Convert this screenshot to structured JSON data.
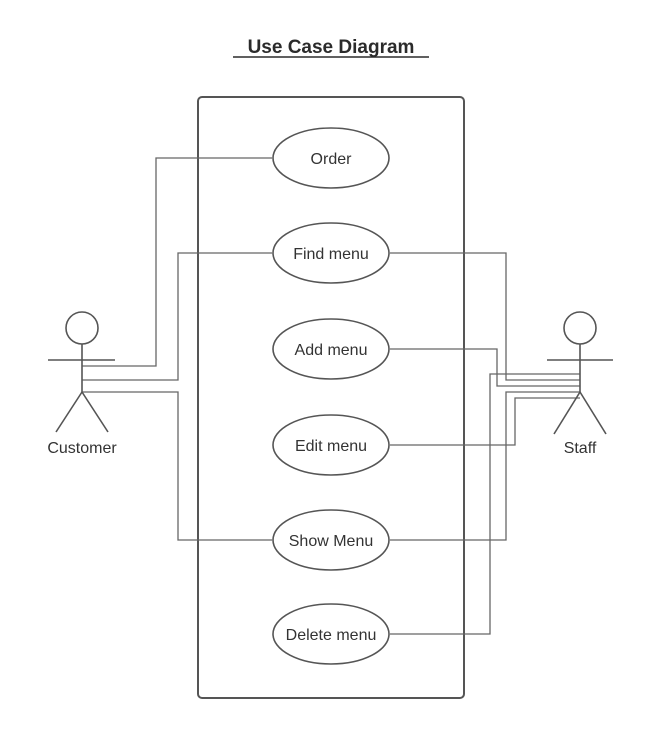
{
  "title": "Use Case Diagram",
  "actors": {
    "customer": "Customer",
    "staff": "Staff"
  },
  "use_cases": {
    "order": "Order",
    "find_menu": "Find menu",
    "add_menu": "Add menu",
    "edit_menu": "Edit menu",
    "show_menu": "Show Menu",
    "delete_menu": "Delete menu"
  },
  "colors": {
    "line": "#555555",
    "text": "#333333",
    "background": "#ffffff"
  }
}
